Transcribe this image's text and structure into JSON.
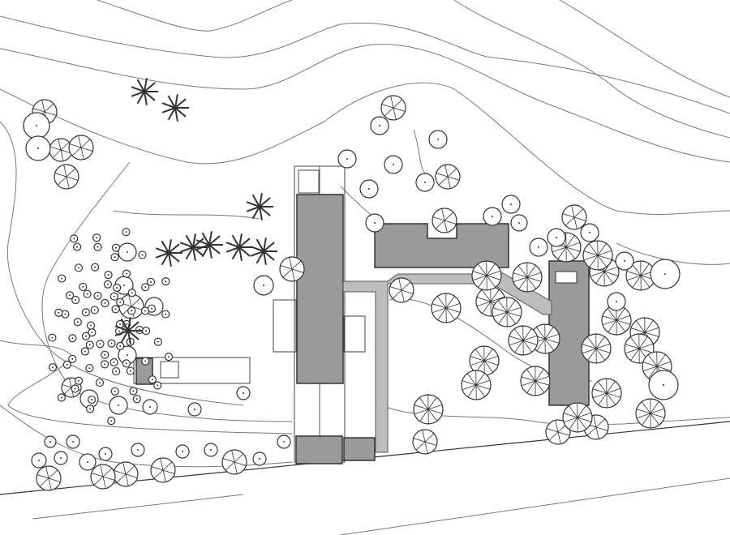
{
  "drawing": {
    "type": "architectural site plan",
    "colors": {
      "background": "#ffffff",
      "building_fill": "#9a9a9a",
      "line": "#333333",
      "contour": "#777777",
      "deck": "#bdbdbd"
    },
    "symbols": [
      "contour-line",
      "tree-plain",
      "tree-spoke",
      "tree-canopy",
      "palm",
      "building",
      "boardwalk",
      "pool"
    ]
  }
}
